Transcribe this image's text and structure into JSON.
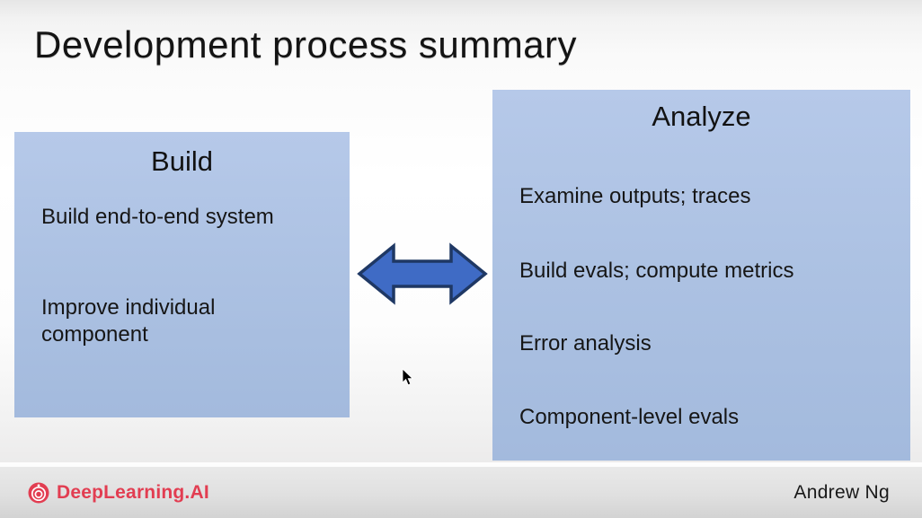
{
  "slide": {
    "title": "Development process summary",
    "build_box": {
      "heading": "Build",
      "items": [
        "Build end-to-end system",
        "Improve individual component"
      ]
    },
    "analyze_box": {
      "heading": "Analyze",
      "items": [
        "Examine outputs; traces",
        "Build evals; compute metrics",
        "Error analysis",
        "Component-level evals"
      ]
    },
    "arrow": {
      "direction": "double-headed-horizontal",
      "fill": "#3f6bc5",
      "stroke": "#1f3864"
    },
    "colors": {
      "box_fill": "#adc2e3",
      "text": "#1a1a1a",
      "background_top": "#e6e6e6",
      "background_middle": "#ffffff"
    }
  },
  "footer": {
    "brand": "DeepLearning.AI",
    "brand_color": "#e23d51",
    "author": "Andrew Ng"
  }
}
